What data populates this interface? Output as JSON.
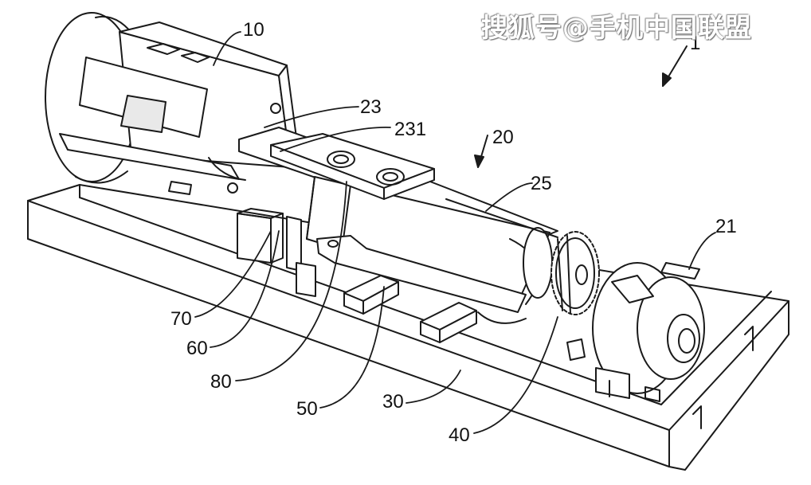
{
  "watermark": "搜狐号@手机中国联盟",
  "labels": [
    {
      "key": "10",
      "text": "10"
    },
    {
      "key": "1",
      "text": "1"
    },
    {
      "key": "23",
      "text": "23"
    },
    {
      "key": "231",
      "text": "231"
    },
    {
      "key": "20",
      "text": "20"
    },
    {
      "key": "25",
      "text": "25"
    },
    {
      "key": "21",
      "text": "21"
    },
    {
      "key": "70",
      "text": "70"
    },
    {
      "key": "60",
      "text": "60"
    },
    {
      "key": "80",
      "text": "80"
    },
    {
      "key": "50",
      "text": "50"
    },
    {
      "key": "30",
      "text": "30"
    },
    {
      "key": "40",
      "text": "40"
    }
  ],
  "colors": {
    "line": "#1a1a1a",
    "background": "#ffffff",
    "shade": "#e9e9e9"
  }
}
